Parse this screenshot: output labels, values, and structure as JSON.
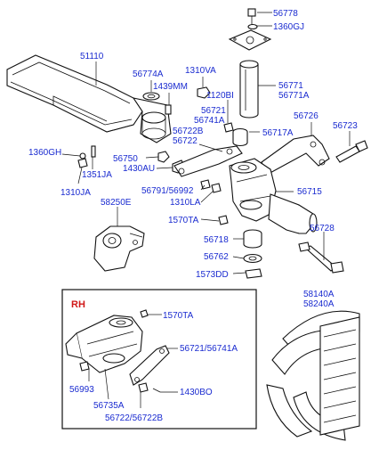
{
  "inset": {
    "title": "RH"
  },
  "labels": {
    "p56778": "56778",
    "p1360GJ": "1360GJ",
    "p51110": "51110",
    "p56774A": "56774A",
    "p1310VA": "1310VA",
    "p1439MM": "1439MM",
    "p56771": "56771",
    "p56771A": "56771A",
    "p1120BI": "1120BI",
    "p56721": "56721",
    "p56741A": "56741A",
    "p56726": "56726",
    "p56723": "56723",
    "p56722B": "56722B",
    "p56722": "56722",
    "p56717A": "56717A",
    "p1360GH": "1360GH",
    "p56750": "56750",
    "p1430AU": "1430AU",
    "p1351JA": "1351JA",
    "p1310JA": "1310JA",
    "p56791_56992": "56791/56992",
    "p1310LA": "1310LA",
    "p56715": "56715",
    "p58250E": "58250E",
    "p1570TA": "1570TA",
    "p56718": "56718",
    "p56728": "56728",
    "p56762": "56762",
    "p1573DD": "1573DD",
    "p58140A": "58140A",
    "p58240A": "58240A",
    "rh1570TA": "1570TA",
    "rh56721_56741A": "56721/56741A",
    "rh56993": "56993",
    "rh1430BO": "1430BO",
    "rh56735A": "56735A",
    "rh56722_56722B": "56722/56722B"
  }
}
